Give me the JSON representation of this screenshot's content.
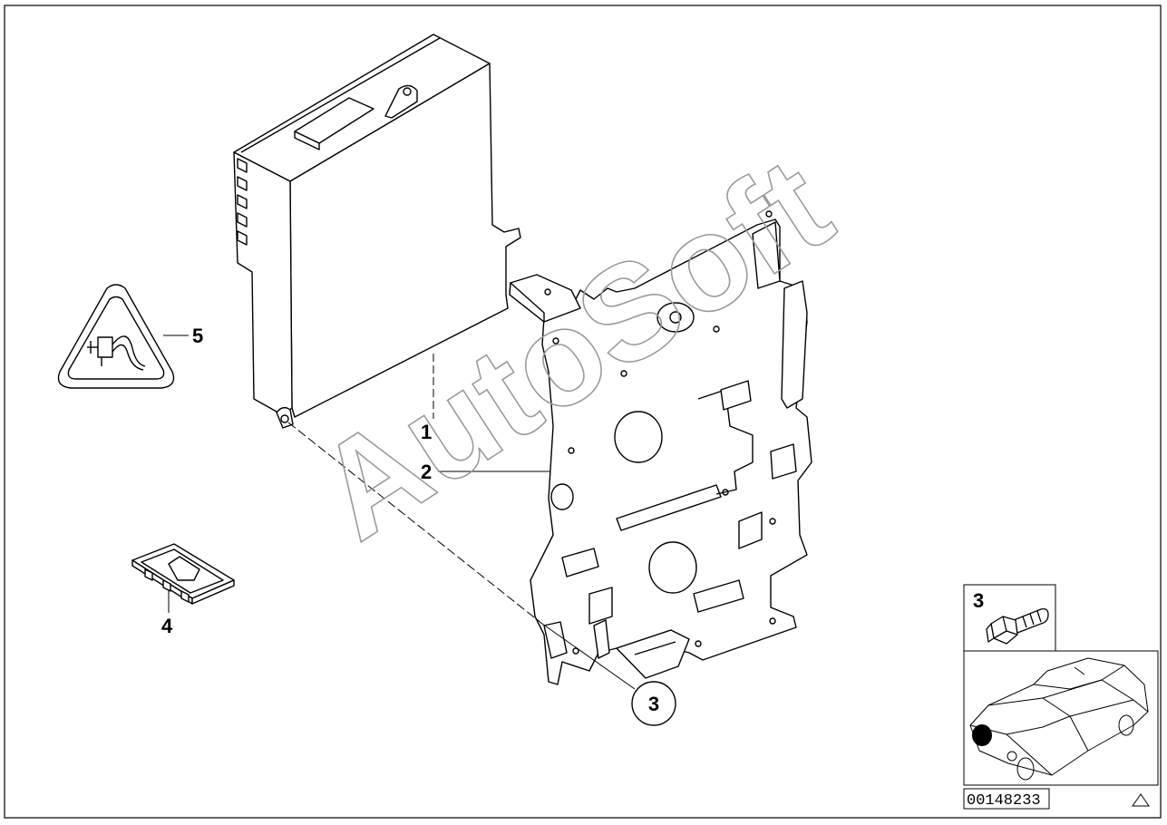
{
  "callouts": {
    "part1": "1",
    "part2": "2",
    "part3_circled": "3",
    "part4": "4",
    "part5": "5",
    "inset_bolt": "3"
  },
  "watermark": "AutoSoft",
  "diagram_code": "00148233",
  "colors": {
    "line": "#000000",
    "watermark": "#9a9a9a",
    "background": "#ffffff"
  },
  "icons": [
    "warning-triangle-icon",
    "plug-symbol-icon",
    "bolt-icon",
    "car-location-icon"
  ]
}
